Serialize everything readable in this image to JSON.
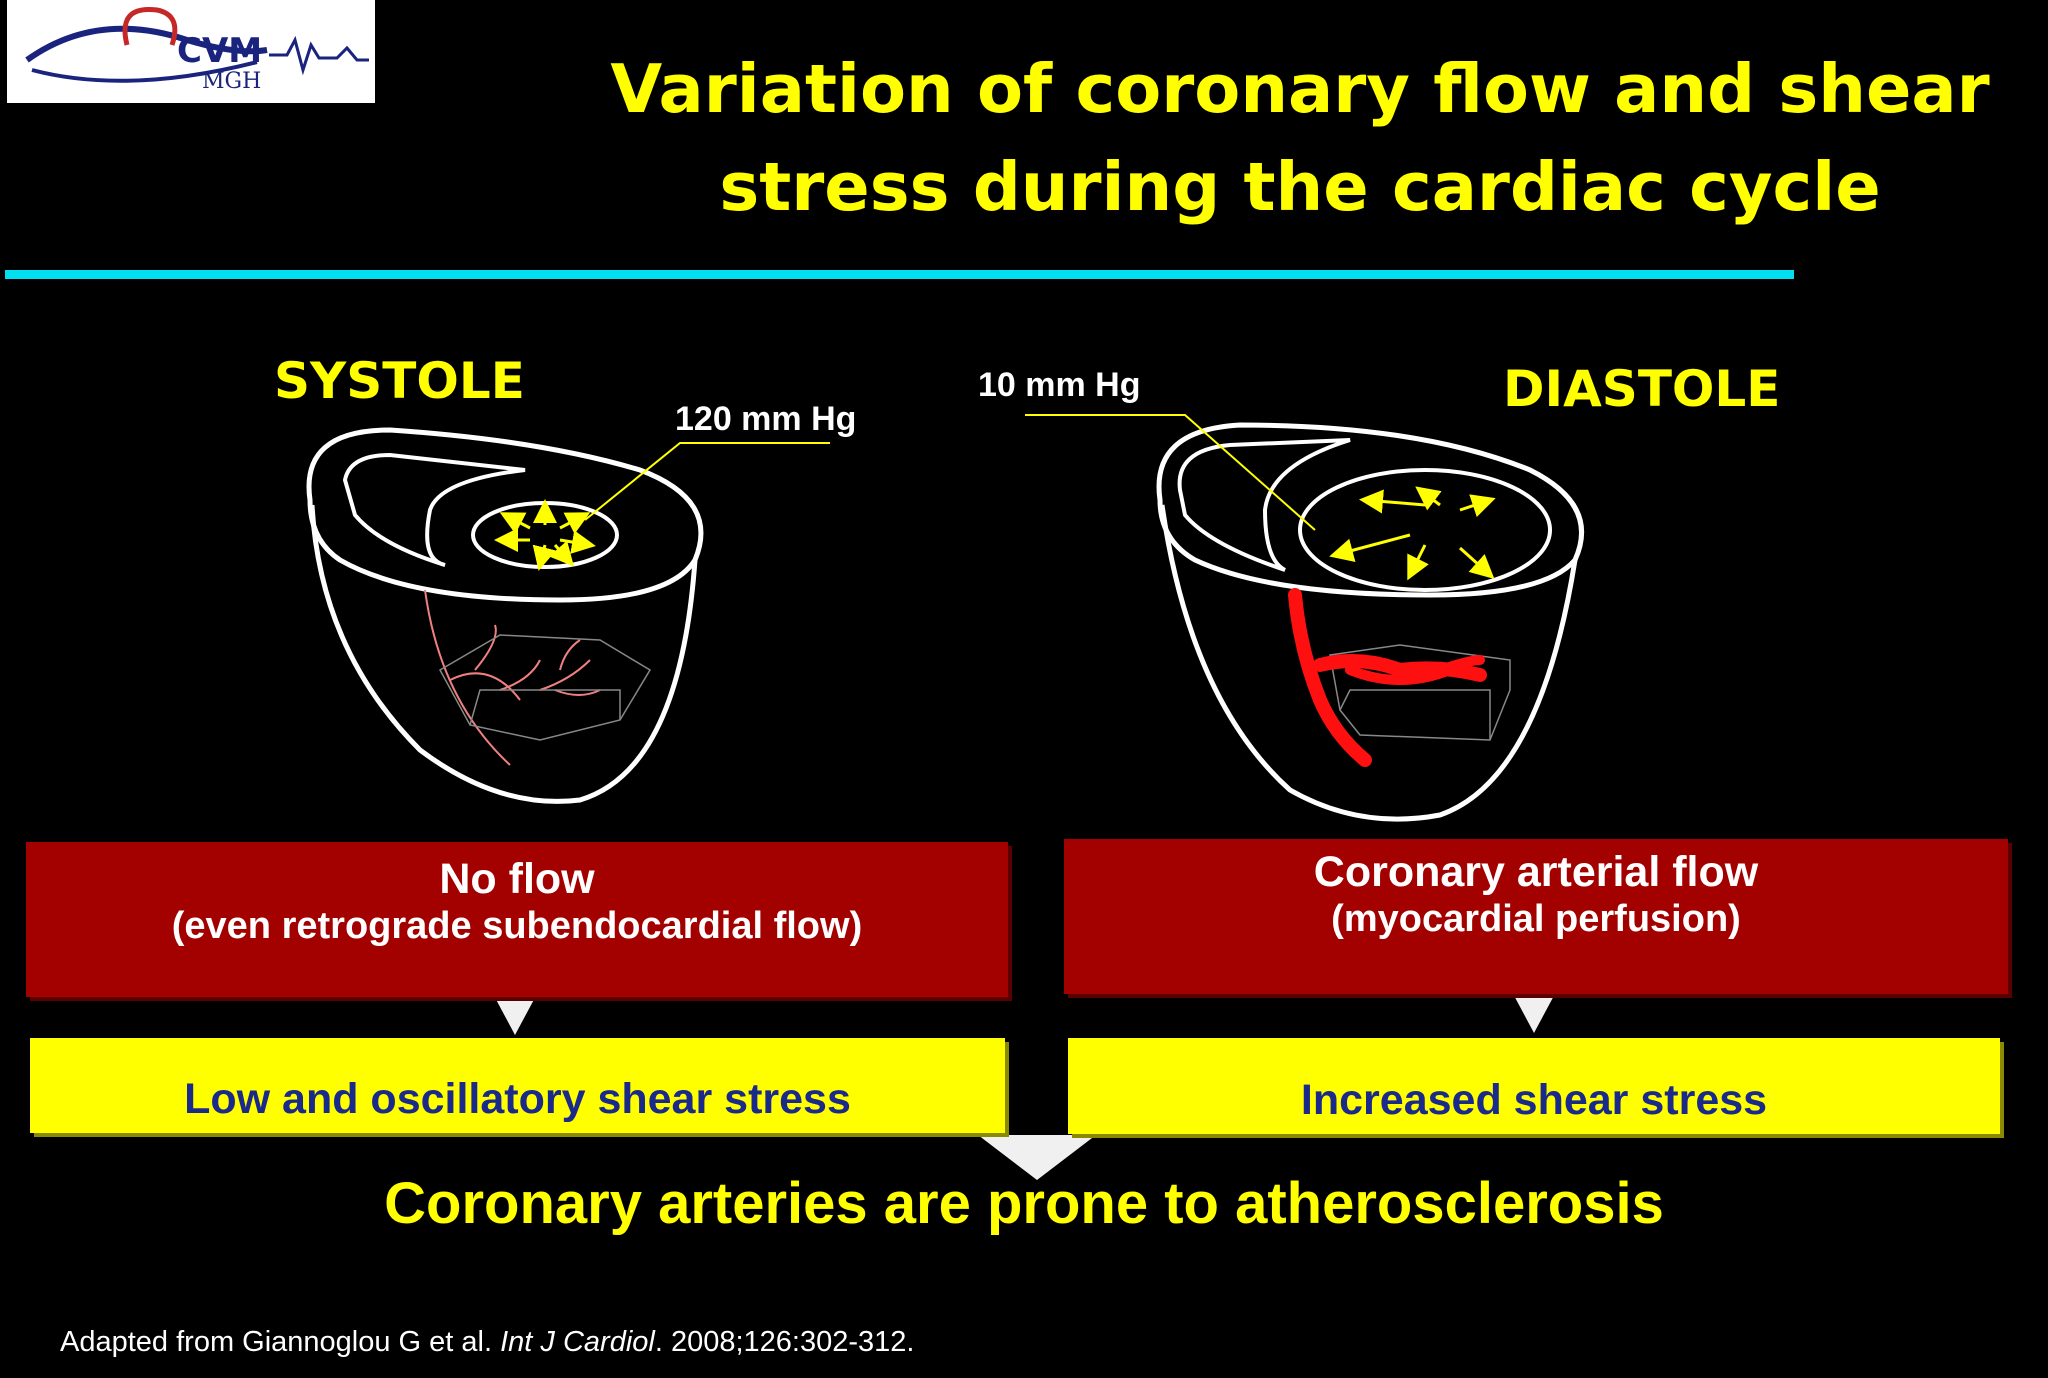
{
  "logo": {
    "text": "CVM",
    "subtext": "MGH"
  },
  "title": {
    "line1": "Variation of coronary flow and shear",
    "line2": "stress during the cardiac cycle"
  },
  "systole": {
    "label": "SYSTOLE",
    "pressure": "120 mm Hg",
    "flow_main": "No flow",
    "flow_sub": "(even retrograde subendocardial flow)",
    "result": "Low and oscillatory shear stress"
  },
  "diastole": {
    "label": "DIASTOLE",
    "pressure": "10 mm Hg",
    "flow_main": "Coronary arterial flow",
    "flow_sub": "(myocardial perfusion)",
    "result": "Increased shear stress"
  },
  "conclusion": "Coronary arteries are prone to atherosclerosis",
  "citation": {
    "prefix": "Adapted from Giannoglou G et al. ",
    "journal": "Int J Cardiol",
    "suffix": ". 2008;126:302-312."
  },
  "colors": {
    "background": "#000000",
    "title": "#ffff00",
    "rule": "#00e0f0",
    "red_box": "#a30000",
    "yellow_box": "#ffff00",
    "result_text": "#1a2a8a",
    "artery_diastole": "#ff0000",
    "artery_systole": "#f08080"
  }
}
